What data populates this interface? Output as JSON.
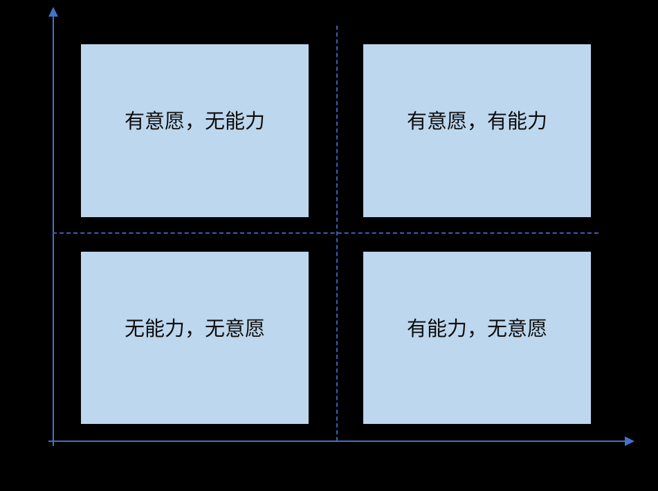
{
  "diagram": {
    "type": "two-by-two-matrix",
    "background_color": "#000000",
    "box_fill_color": "#bdd7ee",
    "axis_color": "#4273c8",
    "divider_color": "#3b5fb5",
    "label_color": "#0d0d0d",
    "axes": {
      "y_axis_name": "vertical-axis-arrow-up",
      "x_axis_name": "horizontal-axis-arrow-right",
      "y_axis_label": "",
      "x_axis_label": ""
    },
    "dividers": {
      "horizontal_name": "horizontal-dashed-divider",
      "vertical_name": "vertical-dashed-divider"
    },
    "quadrants": [
      {
        "position": "top-left",
        "label": "有意愿，无能力"
      },
      {
        "position": "top-right",
        "label": "有意愿，有能力"
      },
      {
        "position": "bottom-left",
        "label": "无能力，无意愿"
      },
      {
        "position": "bottom-right",
        "label": "有能力，无意愿"
      }
    ]
  }
}
